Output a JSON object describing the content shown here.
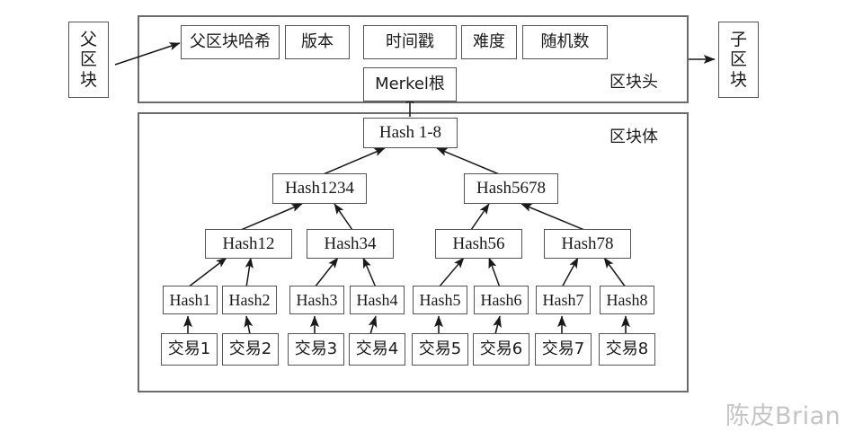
{
  "diagram": {
    "title_watermark": "陈皮Brian",
    "parent_block": {
      "label": "父区块",
      "chars": [
        "父",
        "区",
        "块"
      ]
    },
    "child_block": {
      "label": "子区块",
      "chars": [
        "子",
        "区",
        "块"
      ]
    },
    "block_header": {
      "area_label": "区块头",
      "fields": [
        {
          "id": "prev-hash",
          "label": "父区块哈希"
        },
        {
          "id": "version",
          "label": "版本"
        },
        {
          "id": "timestamp",
          "label": "时间戳"
        },
        {
          "id": "difficulty",
          "label": "难度"
        },
        {
          "id": "nonce",
          "label": "随机数"
        },
        {
          "id": "merkle-root",
          "label": "Merkel根"
        }
      ]
    },
    "block_body": {
      "area_label": "区块体",
      "merkle_tree": {
        "root": {
          "id": "hash-1-8",
          "label": "Hash 1-8"
        },
        "level2": [
          {
            "id": "hash-1234",
            "label": "Hash1234"
          },
          {
            "id": "hash-5678",
            "label": "Hash5678"
          }
        ],
        "level3": [
          {
            "id": "hash-12",
            "label": "Hash12"
          },
          {
            "id": "hash-34",
            "label": "Hash34"
          },
          {
            "id": "hash-56",
            "label": "Hash56"
          },
          {
            "id": "hash-78",
            "label": "Hash78"
          }
        ],
        "leaves": [
          {
            "id": "hash-1",
            "label": "Hash1"
          },
          {
            "id": "hash-2",
            "label": "Hash2"
          },
          {
            "id": "hash-3",
            "label": "Hash3"
          },
          {
            "id": "hash-4",
            "label": "Hash4"
          },
          {
            "id": "hash-5",
            "label": "Hash5"
          },
          {
            "id": "hash-6",
            "label": "Hash6"
          },
          {
            "id": "hash-7",
            "label": "Hash7"
          },
          {
            "id": "hash-8",
            "label": "Hash8"
          }
        ],
        "transactions": [
          {
            "id": "tx-1",
            "label": "交易1"
          },
          {
            "id": "tx-2",
            "label": "交易2"
          },
          {
            "id": "tx-3",
            "label": "交易3"
          },
          {
            "id": "tx-4",
            "label": "交易4"
          },
          {
            "id": "tx-5",
            "label": "交易5"
          },
          {
            "id": "tx-6",
            "label": "交易6"
          },
          {
            "id": "tx-7",
            "label": "交易7"
          },
          {
            "id": "tx-8",
            "label": "交易8"
          }
        ]
      }
    },
    "colors": {
      "box_border": "#555555",
      "container_border": "#6b6b6b",
      "arrow": "#1a1a1a",
      "watermark": "#c4c4c4",
      "background": "#ffffff"
    }
  }
}
